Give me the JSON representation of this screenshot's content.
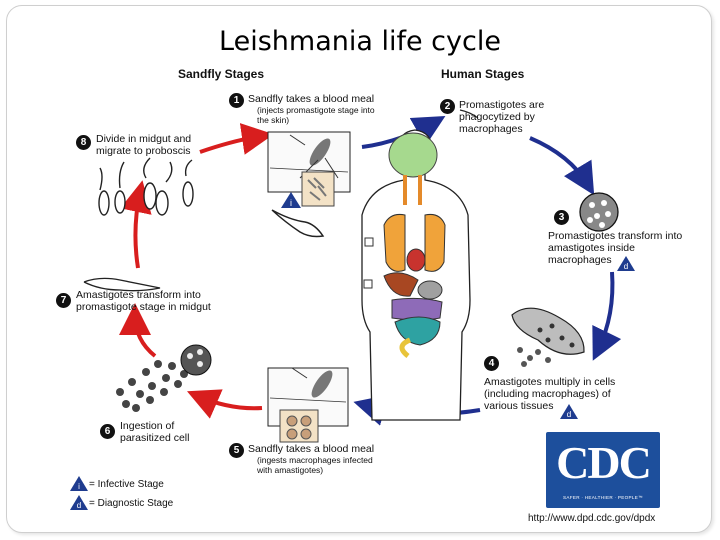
{
  "title": "Leishmania life cycle",
  "headers": {
    "sandfly": "Sandfly Stages",
    "human": "Human Stages"
  },
  "stages": [
    {
      "n": "1",
      "text": "Sandfly takes a blood meal",
      "sub": "(injects promastigote stage into the skin)"
    },
    {
      "n": "2",
      "text": "Promastigotes are phagocytized by macrophages"
    },
    {
      "n": "3",
      "text": "Promastigotes transform into amastigotes inside macrophages"
    },
    {
      "n": "4",
      "text": "Amastigotes multiply in cells (including macrophages) of various tissues"
    },
    {
      "n": "5",
      "text": "Sandfly takes a blood meal",
      "sub": "(ingests macrophages infected with amastigotes)"
    },
    {
      "n": "6",
      "text": "Ingestion of parasitized cell"
    },
    {
      "n": "7",
      "text": "Amastigotes transform into promastigote stage in midgut"
    },
    {
      "n": "8",
      "text": "Divide in midgut and migrate to proboscis"
    }
  ],
  "legend": {
    "infective": {
      "symbol": "i",
      "label": "= Infective Stage"
    },
    "diagnostic": {
      "symbol": "d",
      "label": "= Diagnostic Stage"
    }
  },
  "cdc": {
    "letters": "CDC",
    "tagline": "SAFER · HEALTHIER · PEOPLE™",
    "url": "http://www.dpd.cdc.gov/dpdx"
  },
  "colors": {
    "sandfly_arrows": "#d81e1e",
    "human_arrows": "#1f2f8f",
    "badge": "#1f3c8f",
    "cdc_blue": "#1d4f9c"
  }
}
